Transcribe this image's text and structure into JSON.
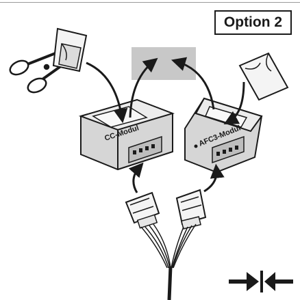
{
  "badge": {
    "label": "Option 2"
  },
  "modules": [
    {
      "label": "CC-Modul"
    },
    {
      "label": "AFC3-Modul"
    }
  ],
  "colors": {
    "ink": "#1a1a1a",
    "box_body": "#d6d6d6",
    "box_top": "#ececec",
    "target_area": "#c8c8c8",
    "paper": "#f4f4f4"
  },
  "icons": [
    "scissors-icon",
    "sticker-sheet-icon",
    "connector-plug-icon",
    "compression-icon"
  ]
}
